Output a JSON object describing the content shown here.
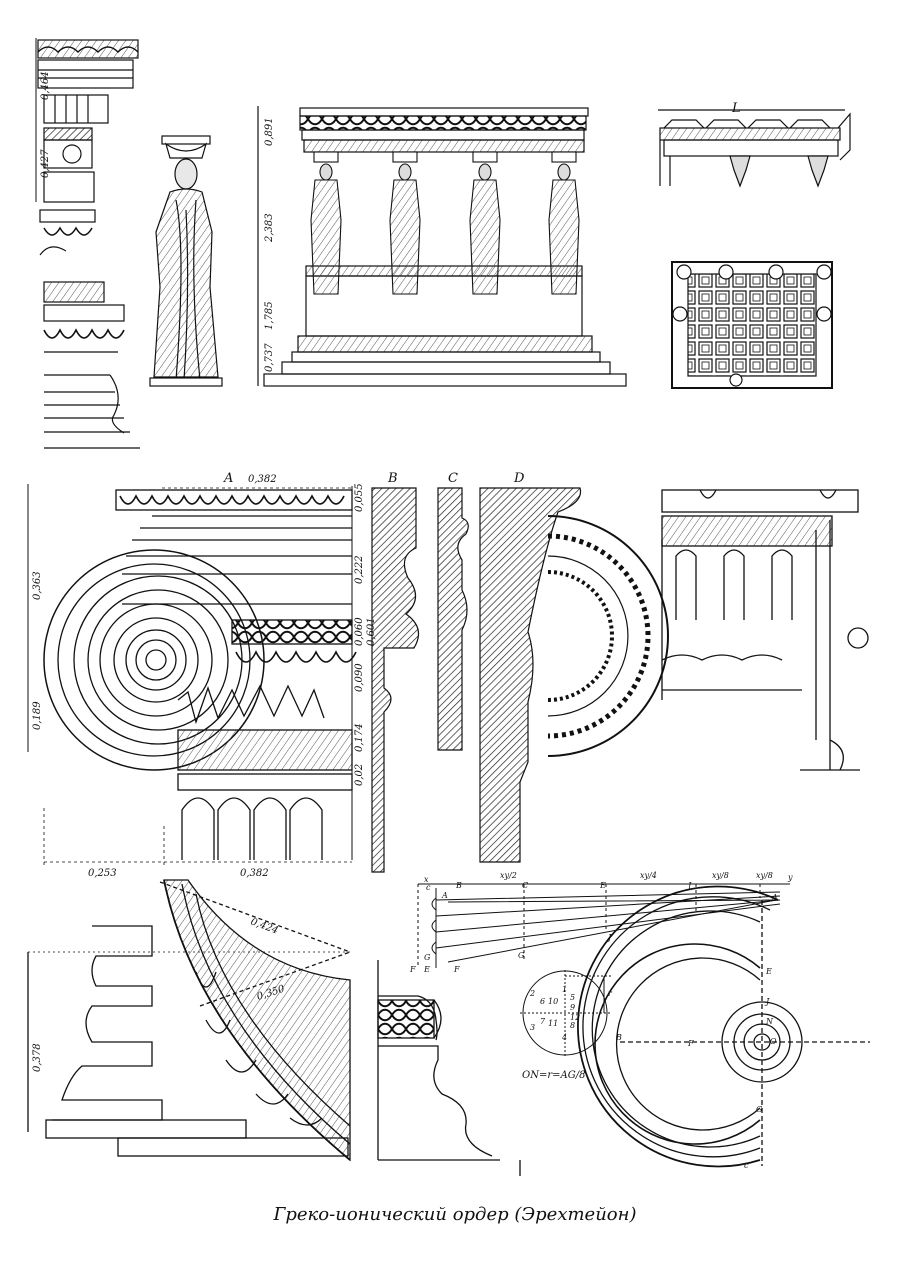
{
  "caption": "Греко-ионический ордер (Эрехтейон)",
  "colors": {
    "ink": "#111111",
    "paper": "#ffffff",
    "hatch": "#222222"
  },
  "dimensions": {
    "entablature_upper": "0,464",
    "entablature_lower": "0,427",
    "porch_entablature": "0,891",
    "porch_caryatid": "2,383",
    "porch_podium": "1,785",
    "porch_base": "0,737",
    "capital_width_top": "0,382",
    "capital_height": "0,363",
    "capital_lower": "0,189",
    "profile_1": "0,055",
    "profile_2": "0,222",
    "profile_3": "0,060",
    "profile_4": "0,601",
    "profile_5": "0,090",
    "profile_6": "0,174",
    "profile_7": "0,02",
    "width_left": "0,253",
    "width_right": "0,382",
    "base_height": "0,378",
    "base_radius_outer": "0,424",
    "base_radius_inner": "0,350"
  },
  "section_letters": {
    "a": "A",
    "b": "B",
    "c": "C",
    "d": "D",
    "l": "L"
  },
  "volute_construction": {
    "top_labels": [
      "x",
      "c",
      "B",
      "C",
      "E",
      "J",
      "y"
    ],
    "fractions": [
      "xy/2",
      "xy/4",
      "xy/8",
      "xy/8"
    ],
    "side_labels": [
      "A",
      "G",
      "E",
      "F",
      "F",
      "J",
      "G"
    ],
    "eye_numbers": [
      "1",
      "2",
      "3",
      "4",
      "5",
      "6",
      "7",
      "8",
      "9",
      "10",
      "11",
      "12"
    ],
    "eye_r": "r",
    "formula": "ON=r=AG/8",
    "spiral_points": [
      "A",
      "E",
      "J",
      "N",
      "O",
      "B",
      "F",
      "G",
      "c"
    ]
  }
}
